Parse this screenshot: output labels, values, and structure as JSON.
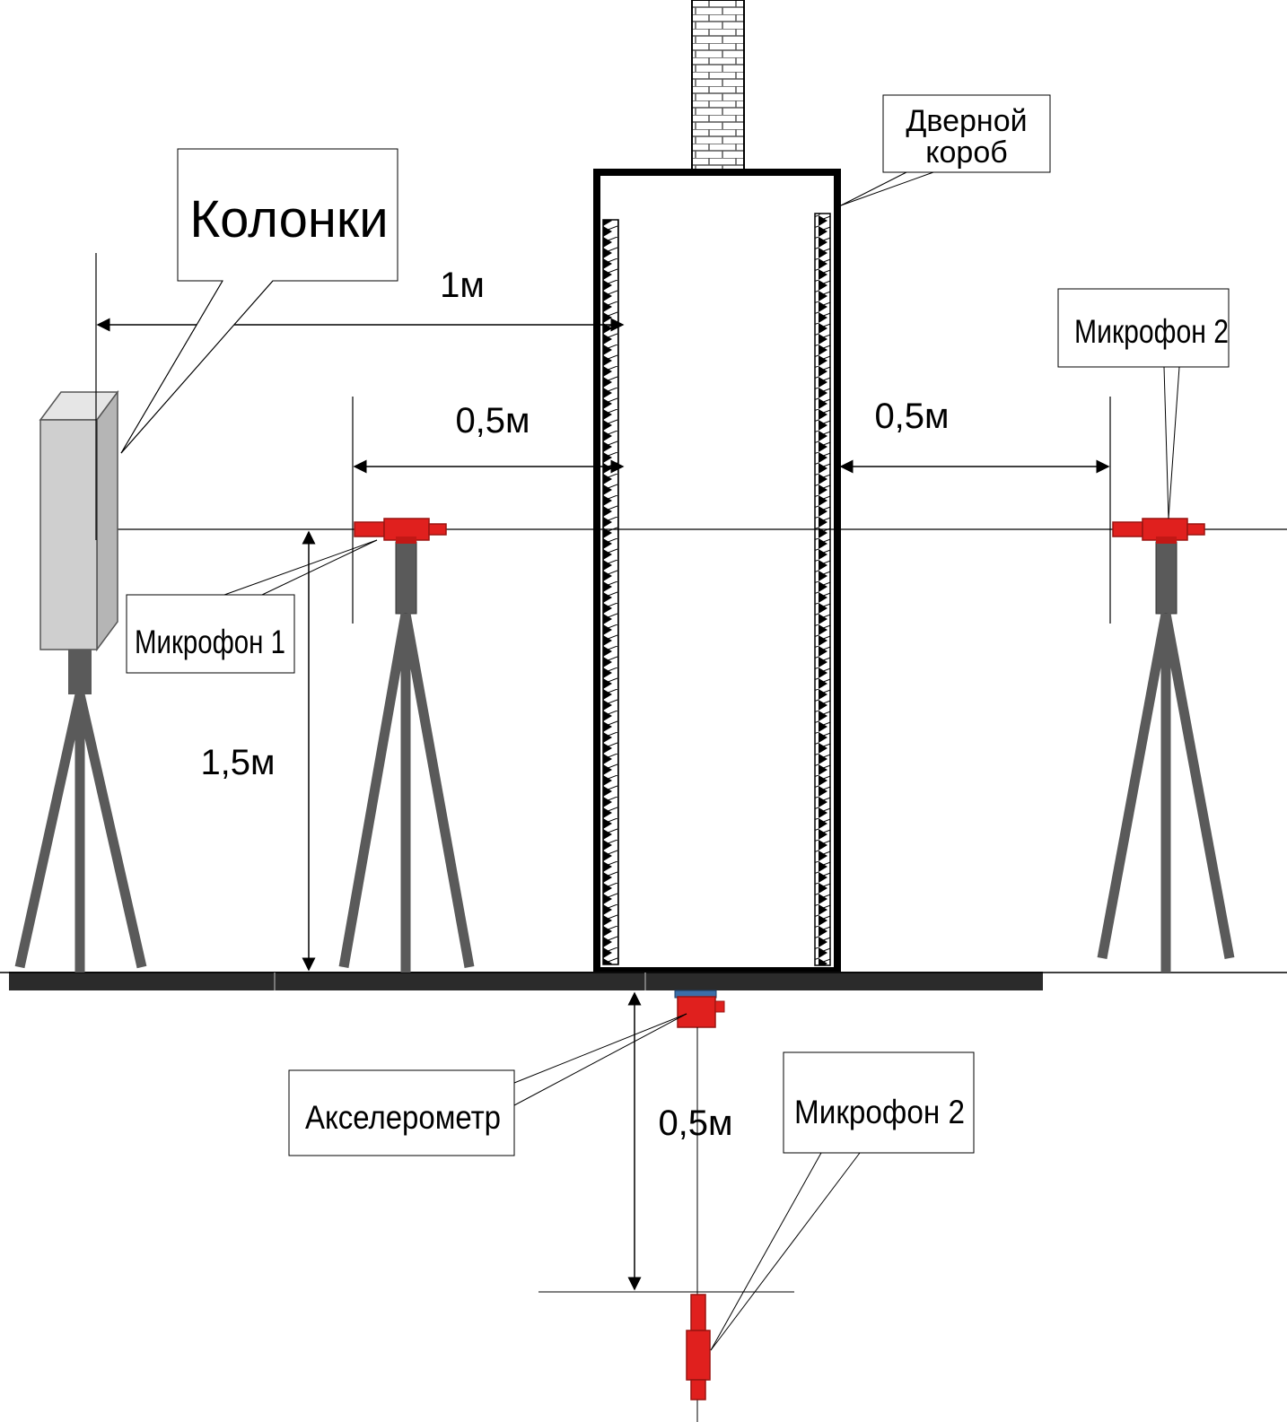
{
  "labels": {
    "speakers": "Колонки",
    "door_frame_line1": "Дверной",
    "door_frame_line2": "короб",
    "microphone_1": "Микрофон 1",
    "microphone_2_side": "Микрофон 2",
    "microphone_2_bottom": "Микрофон 2",
    "accelerometer": "Акселерометр"
  },
  "dimensions": {
    "speaker_to_door": "1м",
    "mic1_to_door": "0,5м",
    "door_to_mic2": "0,5м",
    "mic_height": "1,5м",
    "floor_to_mic2_bottom": "0,5м"
  },
  "colors": {
    "microphone": "#e0201e",
    "microphone_dark": "#9a1410",
    "speaker_box": "#cfcfcf",
    "tripod": "#5a5a5a",
    "line": "#000000"
  }
}
